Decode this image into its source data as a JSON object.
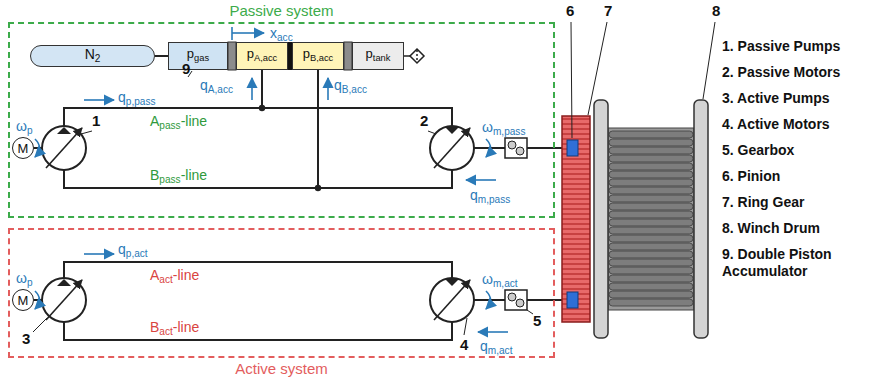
{
  "diagram": {
    "nodes": [
      {
        "text": [
          "Passive system"
        ]
      },
      {
        "text": [
          "N2"
        ],
        "in": 0
      },
      {
        "text": [
          "pgas"
        ],
        "in": 0
      },
      {
        "text": [
          "pA,acc"
        ],
        "in": 0
      },
      {
        "text": [
          "pB,acc"
        ],
        "in": 0
      },
      {
        "text": [
          "ptank"
        ],
        "in": 0
      },
      {
        "text": [
          "M"
        ],
        "in": 0
      },
      {
        "text": [
          "Active system"
        ]
      },
      {
        "text": [
          "M"
        ],
        "in": 7
      }
    ],
    "edges": [
      {
        "from": 1,
        "to": 2,
        "arrow": "none"
      }
    ],
    "labels": [
      "xacc",
      "ωp",
      "qp,pass",
      "qA,acc",
      "qB,acc",
      "Apass-line",
      "Bpass-line",
      "ωm,pass",
      "qm,pass",
      "ωp",
      "qp,act",
      "Aact-line",
      "Bact-line",
      "ωm,act",
      "qm,act",
      "1",
      "2",
      "3",
      "4",
      "5",
      "6",
      "7",
      "8",
      "9",
      "1. Passive Pumps",
      "2. Passive Motors",
      "3. Active Pumps",
      "4. Active Motors",
      "5. Gearbox",
      "6. Pinion",
      "7. Ring Gear",
      "8. Winch Drum",
      "9. Double Piston Accumulator"
    ]
  }
}
